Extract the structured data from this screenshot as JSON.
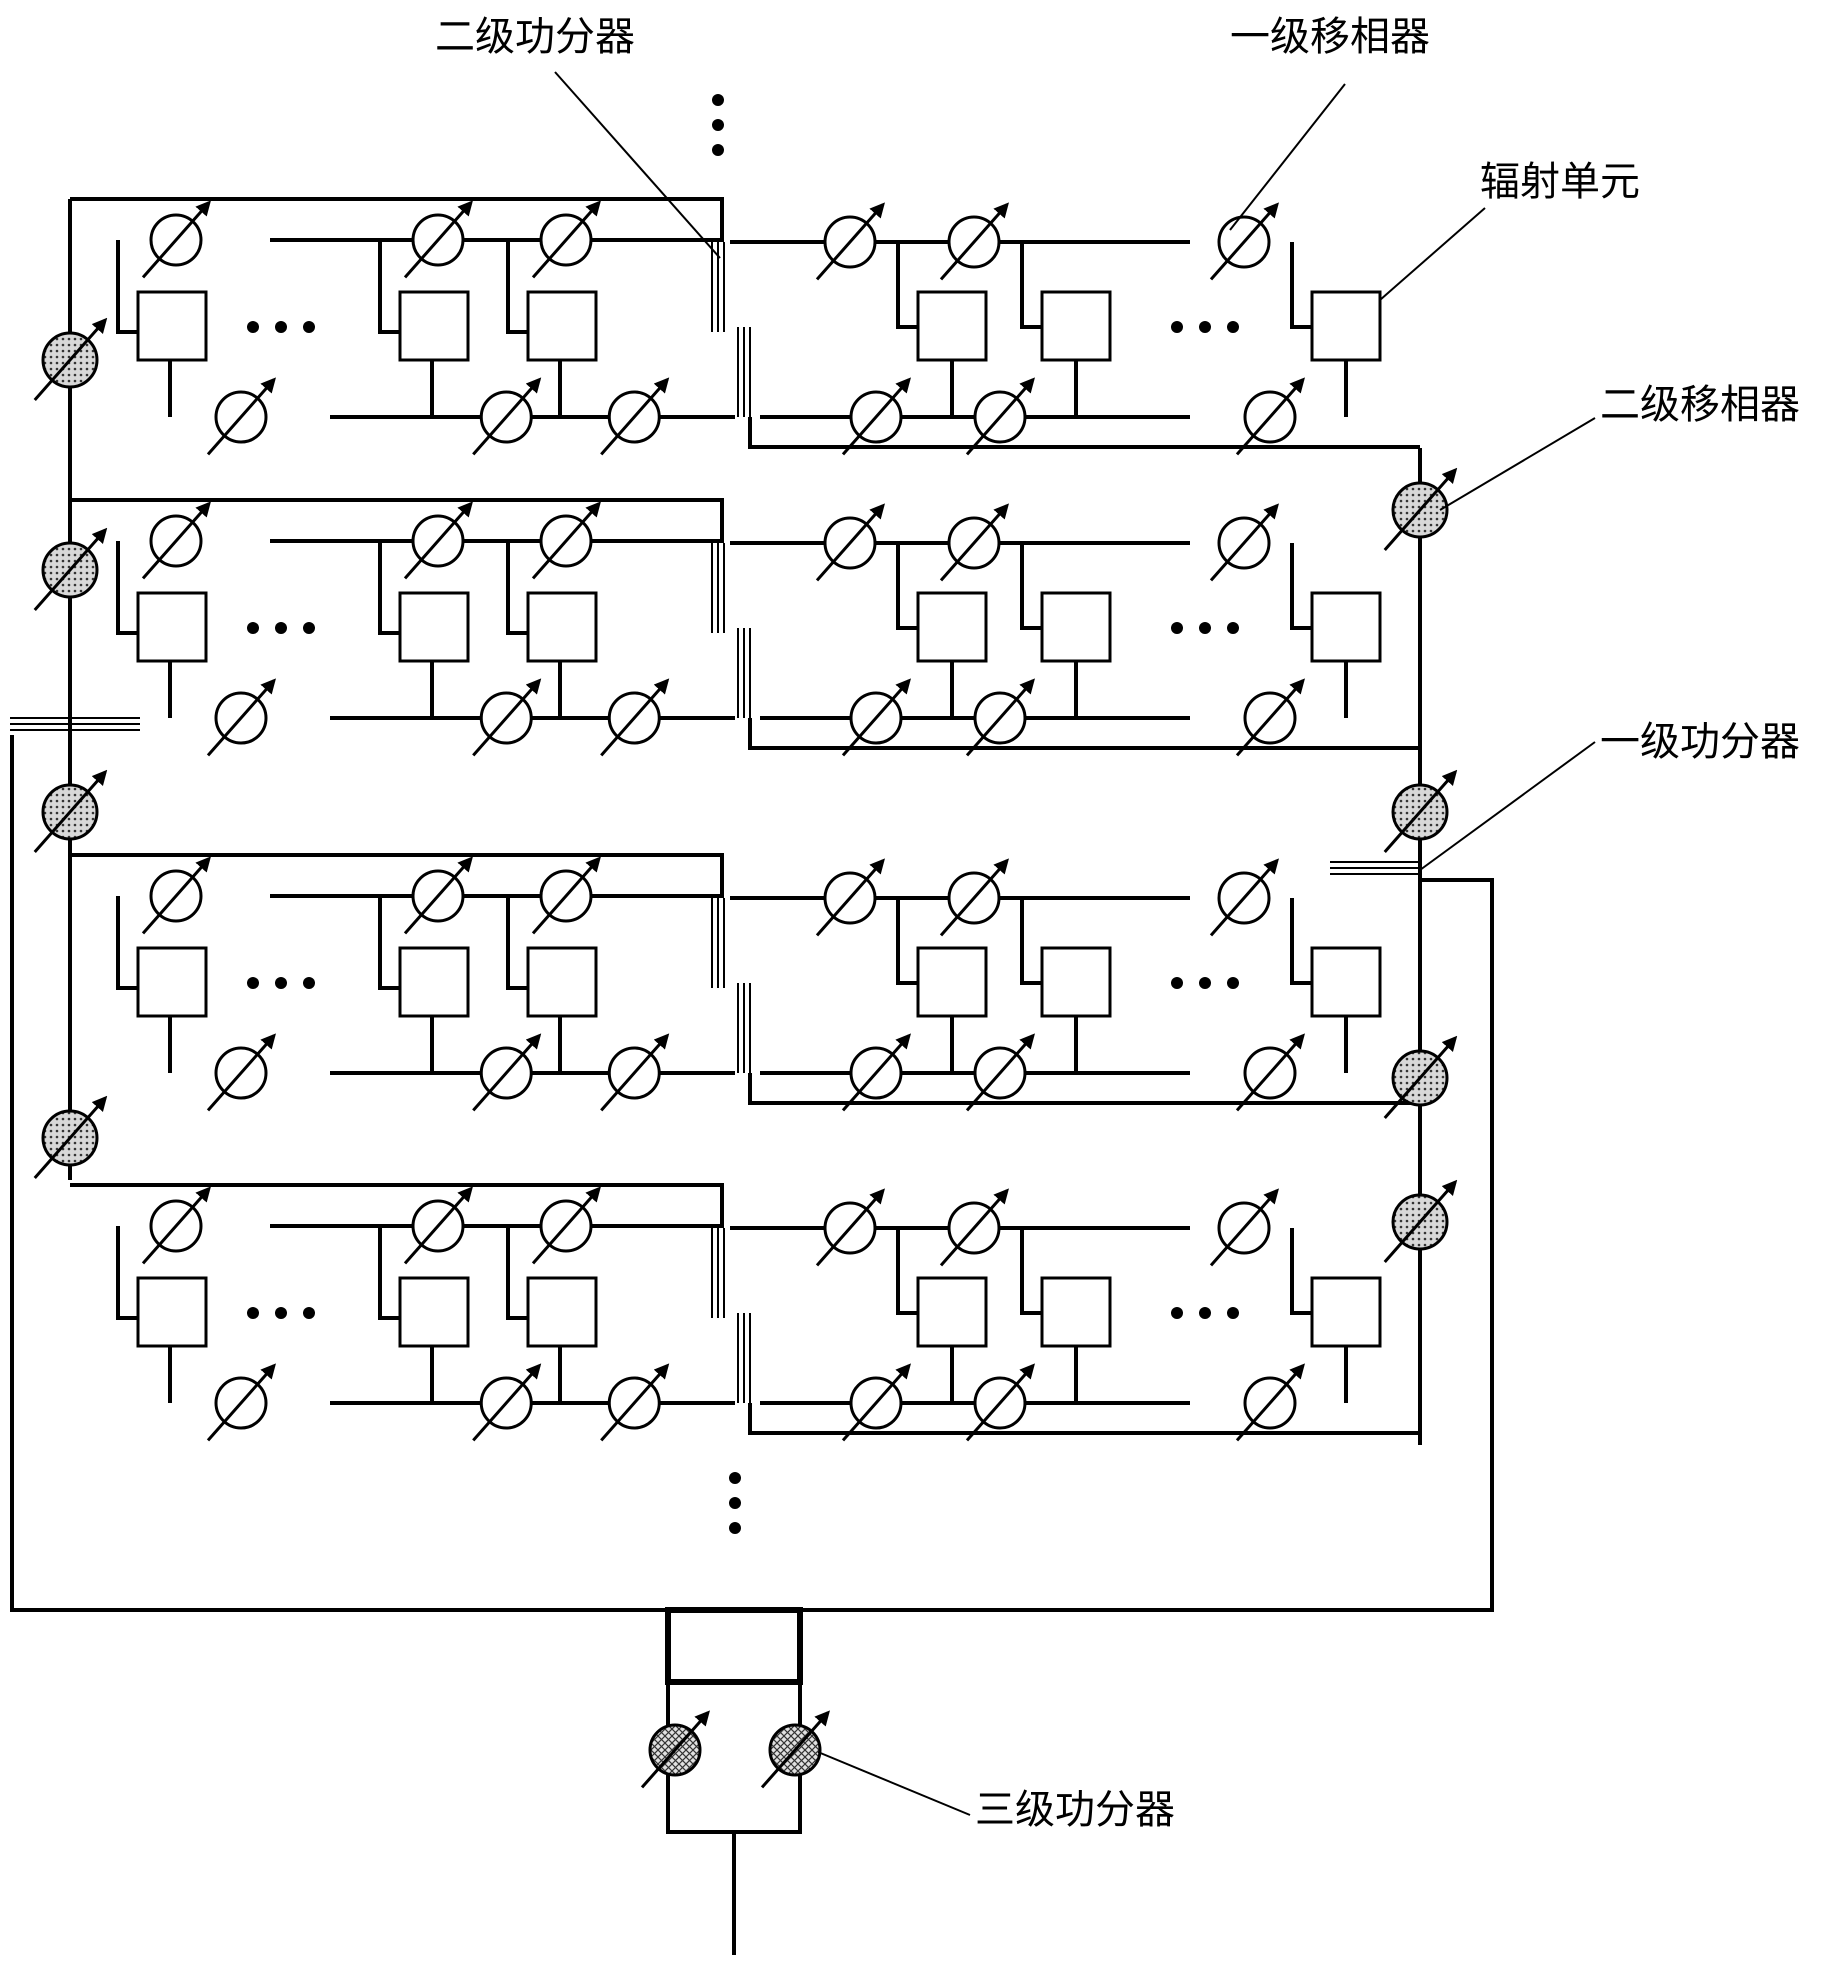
{
  "labels": {
    "second_power_divider": "二级功分器",
    "first_phase_shifter": "一级移相器",
    "radiating_element": "辐射单元",
    "second_phase_shifter": "二级移相器",
    "first_power_divider": "一级功分器",
    "third_power_divider": "三级功分器"
  },
  "colors": {
    "line": "#000000",
    "background": "#ffffff",
    "level1_shifter_fill": "#ffffff",
    "level2_shifter_fill": "#9a9a9a",
    "level3_shifter_fill": "#bdbdbd"
  },
  "structure": {
    "subarray_rows": 4,
    "halves_per_row": 2,
    "ellipsis": "dots"
  }
}
